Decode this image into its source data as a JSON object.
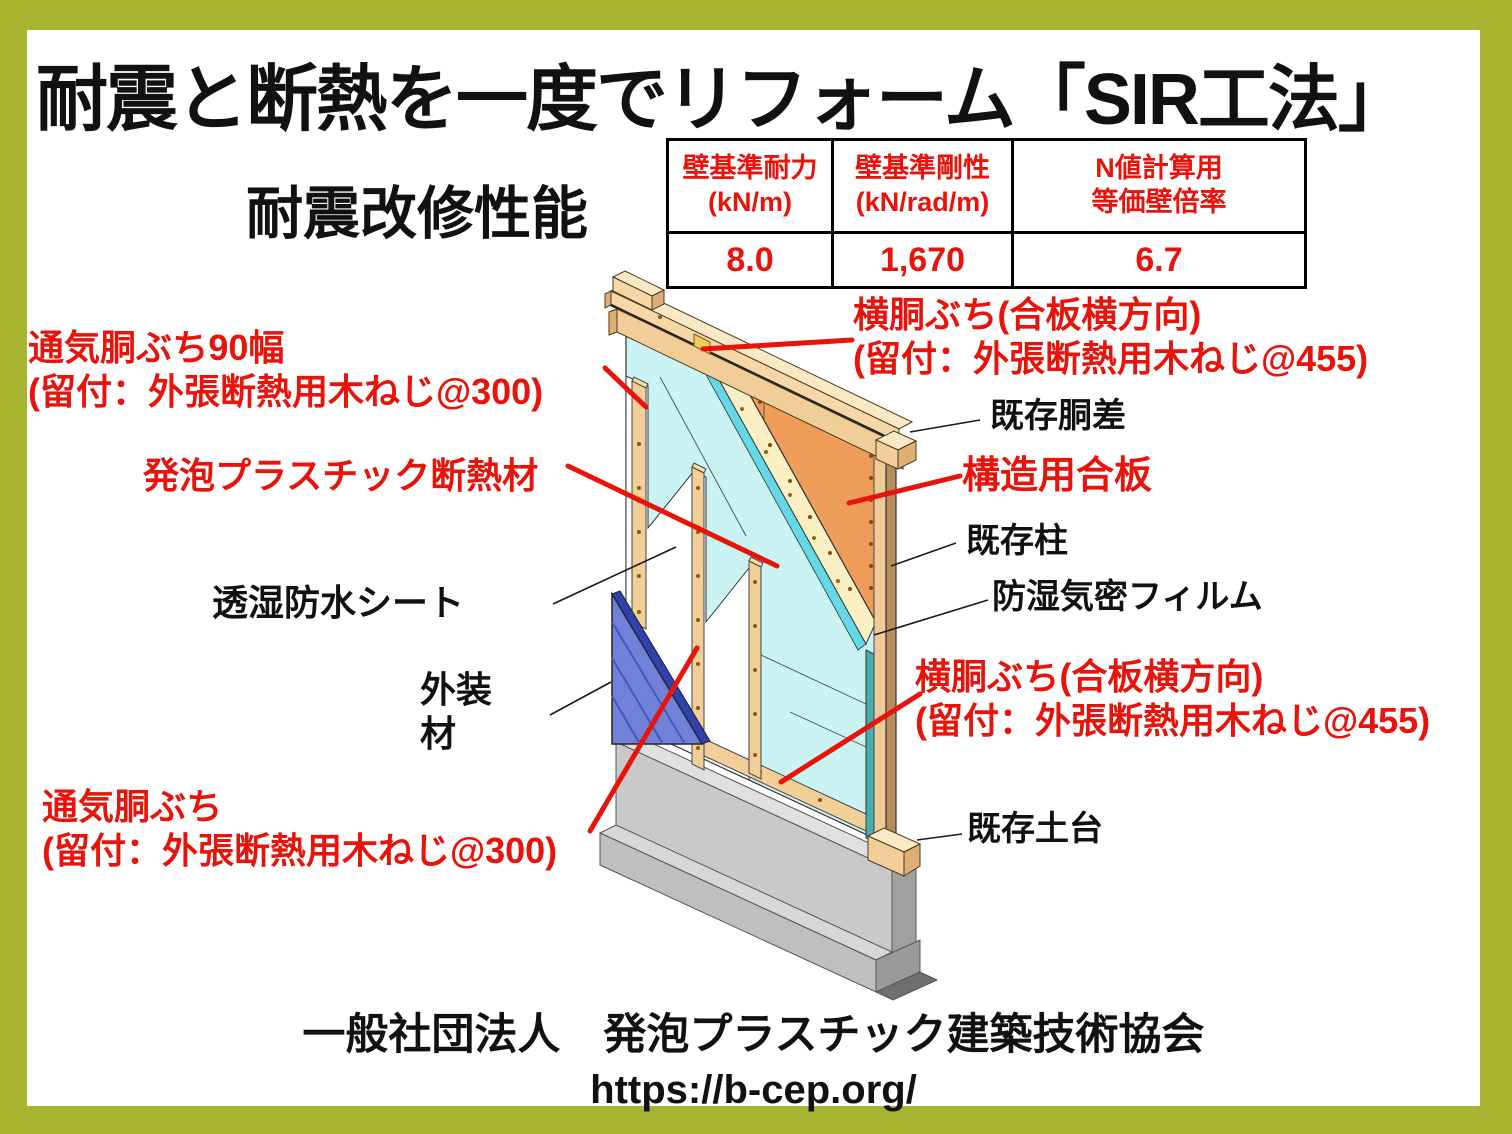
{
  "title": "耐震と断熱を一度でリフォーム「SIR工法」",
  "performance": {
    "heading": "耐震改修性能",
    "table": {
      "columns": [
        {
          "label": "壁基準耐力",
          "unit": "(kN/m)",
          "value": "8.0"
        },
        {
          "label": "壁基準剛性",
          "unit": "(kN/rad/m)",
          "value": "1,670"
        },
        {
          "label": "N値計算用",
          "unit": "等価壁倍率",
          "value": "6.7"
        }
      ]
    }
  },
  "callouts": {
    "vent_furring_90": {
      "line1": "通気胴ぶち90幅",
      "line2": "(留付：外張断熱用木ねじ@300)"
    },
    "horizontal_furring_top": {
      "line1": "横胴ぶち(合板横方向)",
      "line2": "(留付：外張断熱用木ねじ@455)"
    },
    "foam_insulation": {
      "text": "発泡プラスチック断熱材"
    },
    "waterproof_sheet": {
      "text": "透湿防水シート"
    },
    "exterior_material": {
      "line1": "外装",
      "line2": "材"
    },
    "vent_furring_bottom": {
      "line1": "通気胴ぶち",
      "line2": "(留付：外張断熱用木ねじ@300)"
    },
    "horizontal_furring_bottom": {
      "line1": "横胴ぶち(合板横方向)",
      "line2": "(留付：外張断熱用木ねじ@455)"
    },
    "existing_girder": {
      "text": "既存胴差"
    },
    "structural_plywood": {
      "text": "構造用合板"
    },
    "existing_pillar": {
      "text": "既存柱"
    },
    "vapor_barrier_film": {
      "text": "防湿気密フィルム"
    },
    "existing_sill": {
      "text": "既存土台"
    }
  },
  "footer": {
    "organization": "一般社団法人　発泡プラスチック建築技術協会",
    "url": "https://b-cep.org/"
  },
  "colors": {
    "border_green": "#A6B42F",
    "accent_red": "#E8130B",
    "text_black": "#111111",
    "insulation_cyan": "#C9F4F3",
    "insulation_edge_cyan": "#63D9E8",
    "insulation_end_teal": "#46AEAC",
    "foam_edge_cream": "#FBF0C3",
    "plywood_orange": "#EF9E59",
    "wood_light": "#F5D8A6",
    "wood_top": "#FAE9C4",
    "wood_strip": "#F2CE99",
    "wood_end": "#DDAF75",
    "pillar_brown": "#B78C59",
    "exterior_blue": "#7181D8",
    "exterior_blue_dark": "#2E41AD",
    "foundation_gray": "#C9C9C9"
  }
}
